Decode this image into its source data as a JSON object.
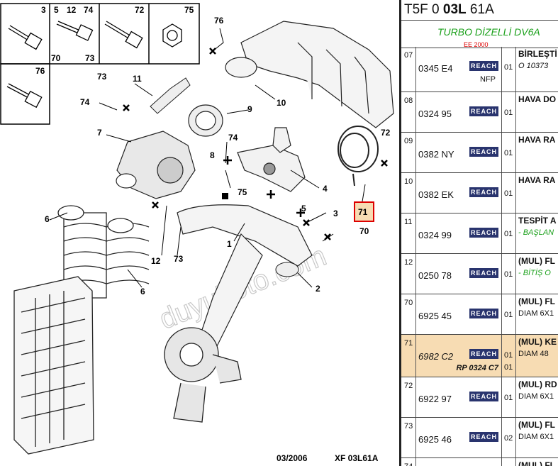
{
  "diagram": {
    "callouts": [
      "3",
      "5",
      "12",
      "74",
      "70",
      "73",
      "72",
      "75",
      "76",
      "11",
      "9",
      "10",
      "7",
      "74",
      "8",
      "75",
      "4",
      "72",
      "71",
      "1",
      "3",
      "70",
      "2",
      "6",
      "6",
      "12",
      "73",
      "5",
      "74",
      "73"
    ],
    "watermark": "duyukoto.com",
    "footer_date": "03/2006",
    "footer_code": "XF 03L61A",
    "selected_callout": "71"
  },
  "panel": {
    "ref_prefix": "T5F 0 ",
    "ref_bold": "03L",
    "ref_suffix": " 61A",
    "subtitle": "TURBO DİZELLİ DV6A",
    "subtitle_red": "EE 2000",
    "rows": [
      {
        "pos": "07",
        "ref": "0345 E4",
        "badge": "REACH",
        "qty": "01",
        "desc": "BİRLEŞTİ",
        "desc2": "O 10373 ",
        "desc2_style": "it",
        "extra": "NFP",
        "highlight": false
      },
      {
        "pos": "08",
        "ref": "0324 95",
        "badge": "REACH",
        "qty": "01",
        "desc": "HAVA DO",
        "desc2": "",
        "desc2_style": "",
        "extra": "",
        "highlight": false
      },
      {
        "pos": "09",
        "ref": "0382 NY",
        "badge": "REACH",
        "qty": "01",
        "desc": "HAVA RA",
        "desc2": "",
        "desc2_style": "",
        "extra": "",
        "highlight": false
      },
      {
        "pos": "10",
        "ref": "0382 EK",
        "badge": "REACH",
        "qty": "01",
        "desc": "HAVA RA",
        "desc2": "",
        "desc2_style": "",
        "extra": "",
        "highlight": false
      },
      {
        "pos": "11",
        "ref": "0324 99",
        "badge": "REACH",
        "qty": "01",
        "desc": "TESPİT A",
        "desc2": "- BAŞLAN",
        "desc2_style": "gr",
        "extra": "",
        "highlight": false
      },
      {
        "pos": "12",
        "ref": "0250 78",
        "badge": "REACH",
        "qty": "01",
        "desc": "(MUL) FL",
        "desc2": "- BİTİŞ O",
        "desc2_style": "gr",
        "extra": "",
        "highlight": false
      },
      {
        "pos": "70",
        "ref": "6925 45",
        "badge": "REACH",
        "qty": "01",
        "desc": "(MUL) FL",
        "desc2": "DIAM 6X1",
        "desc2_style": "",
        "extra": "",
        "highlight": false
      },
      {
        "pos": "71",
        "ref": "6982 C2",
        "badge": "REACH",
        "qty": "01",
        "qty2": "01",
        "desc": "(MUL) KE",
        "desc2": "DIAM 48 ",
        "desc2_style": "",
        "extra": "RP 0324 C7",
        "highlight": true
      },
      {
        "pos": "72",
        "ref": "6922 97",
        "badge": "REACH",
        "qty": "01",
        "desc": "(MUL) RD",
        "desc2": "DIAM 6X1",
        "desc2_style": "",
        "extra": "",
        "highlight": false
      },
      {
        "pos": "73",
        "ref": "6925 46",
        "badge": "REACH",
        "qty": "02",
        "desc": "(MUL) FL",
        "desc2": "DIAM 6X1",
        "desc2_style": "",
        "extra": "",
        "highlight": false
      },
      {
        "pos": "74",
        "ref": "",
        "badge": "",
        "qty": "",
        "desc": "(MUL) FL",
        "desc2": "",
        "desc2_style": "",
        "extra": "",
        "highlight": false
      }
    ]
  }
}
